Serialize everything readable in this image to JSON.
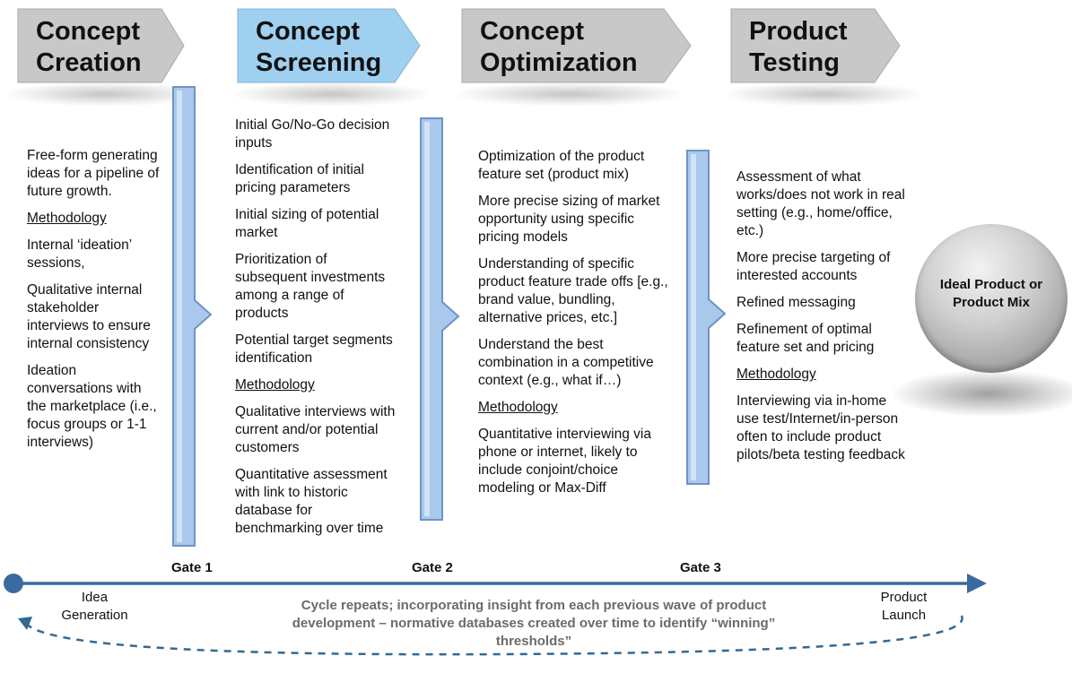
{
  "stages": [
    {
      "line1": "Concept",
      "line2": "Creation",
      "fill": "#c8c8c8"
    },
    {
      "line1": "Concept",
      "line2": "Screening",
      "fill": "#9fd0f0"
    },
    {
      "line1": "Concept",
      "line2": "Optimization",
      "fill": "#c8c8c8"
    },
    {
      "line1": "Product",
      "line2": "Testing",
      "fill": "#c8c8c8"
    }
  ],
  "columns": [
    {
      "items": [
        "Free-form generating ideas for a pipeline of future growth.",
        "Methodology",
        "Internal ‘ideation’ sessions,",
        "Qualitative internal stakeholder interviews to ensure internal consistency",
        "Ideation conversations with the marketplace (i.e., focus groups or 1-1 interviews)"
      ]
    },
    {
      "items": [
        "Initial Go/No-Go decision inputs",
        "Identification of  initial pricing parameters",
        "Initial sizing of potential market",
        "Prioritization of subsequent investments among a range of products",
        "Potential target segments identification",
        "Methodology",
        "Qualitative interviews with current and/or potential customers",
        "Quantitative assessment with link to historic database for benchmarking over time"
      ]
    },
    {
      "items": [
        "Optimization of the product feature set (product mix)",
        "More precise sizing of market opportunity using specific pricing models",
        "Understanding of specific product feature trade offs [e.g., brand value, bundling, alternative prices, etc.]",
        "Understand the best combination in a competitive context (e.g., what if…)",
        "Methodology",
        "Quantitative interviewing via phone or internet, likely to include conjoint/choice modeling or Max-Diff"
      ]
    },
    {
      "items": [
        "Assessment of what works/does not work in real setting (e.g., home/office, etc.)",
        "More precise targeting of interested accounts",
        "Refined messaging",
        "Refinement of optimal feature set and pricing",
        "Methodology",
        "Interviewing via in-home use test/Internet/in-person often to include product pilots/beta testing feedback"
      ]
    }
  ],
  "gates": [
    "Gate 1",
    "Gate 2",
    "Gate 3"
  ],
  "timeline": {
    "start_line1": "Idea",
    "start_line2": "Generation",
    "end_line1": "Product",
    "end_line2": "Launch",
    "cycle_text": "Cycle repeats; incorporating insight from each previous wave of product development – normative databases created over time to identify “winning” thresholds”"
  },
  "result": {
    "line1": "Ideal Product or",
    "line2": "Product Mix"
  },
  "colors": {
    "gate_fill": "#a9c8ec",
    "gate_stroke": "#6f93c4",
    "timeline": "#3b6aa0",
    "dashed": "#2f6a95",
    "cycle_text": "#6b6b6b"
  }
}
